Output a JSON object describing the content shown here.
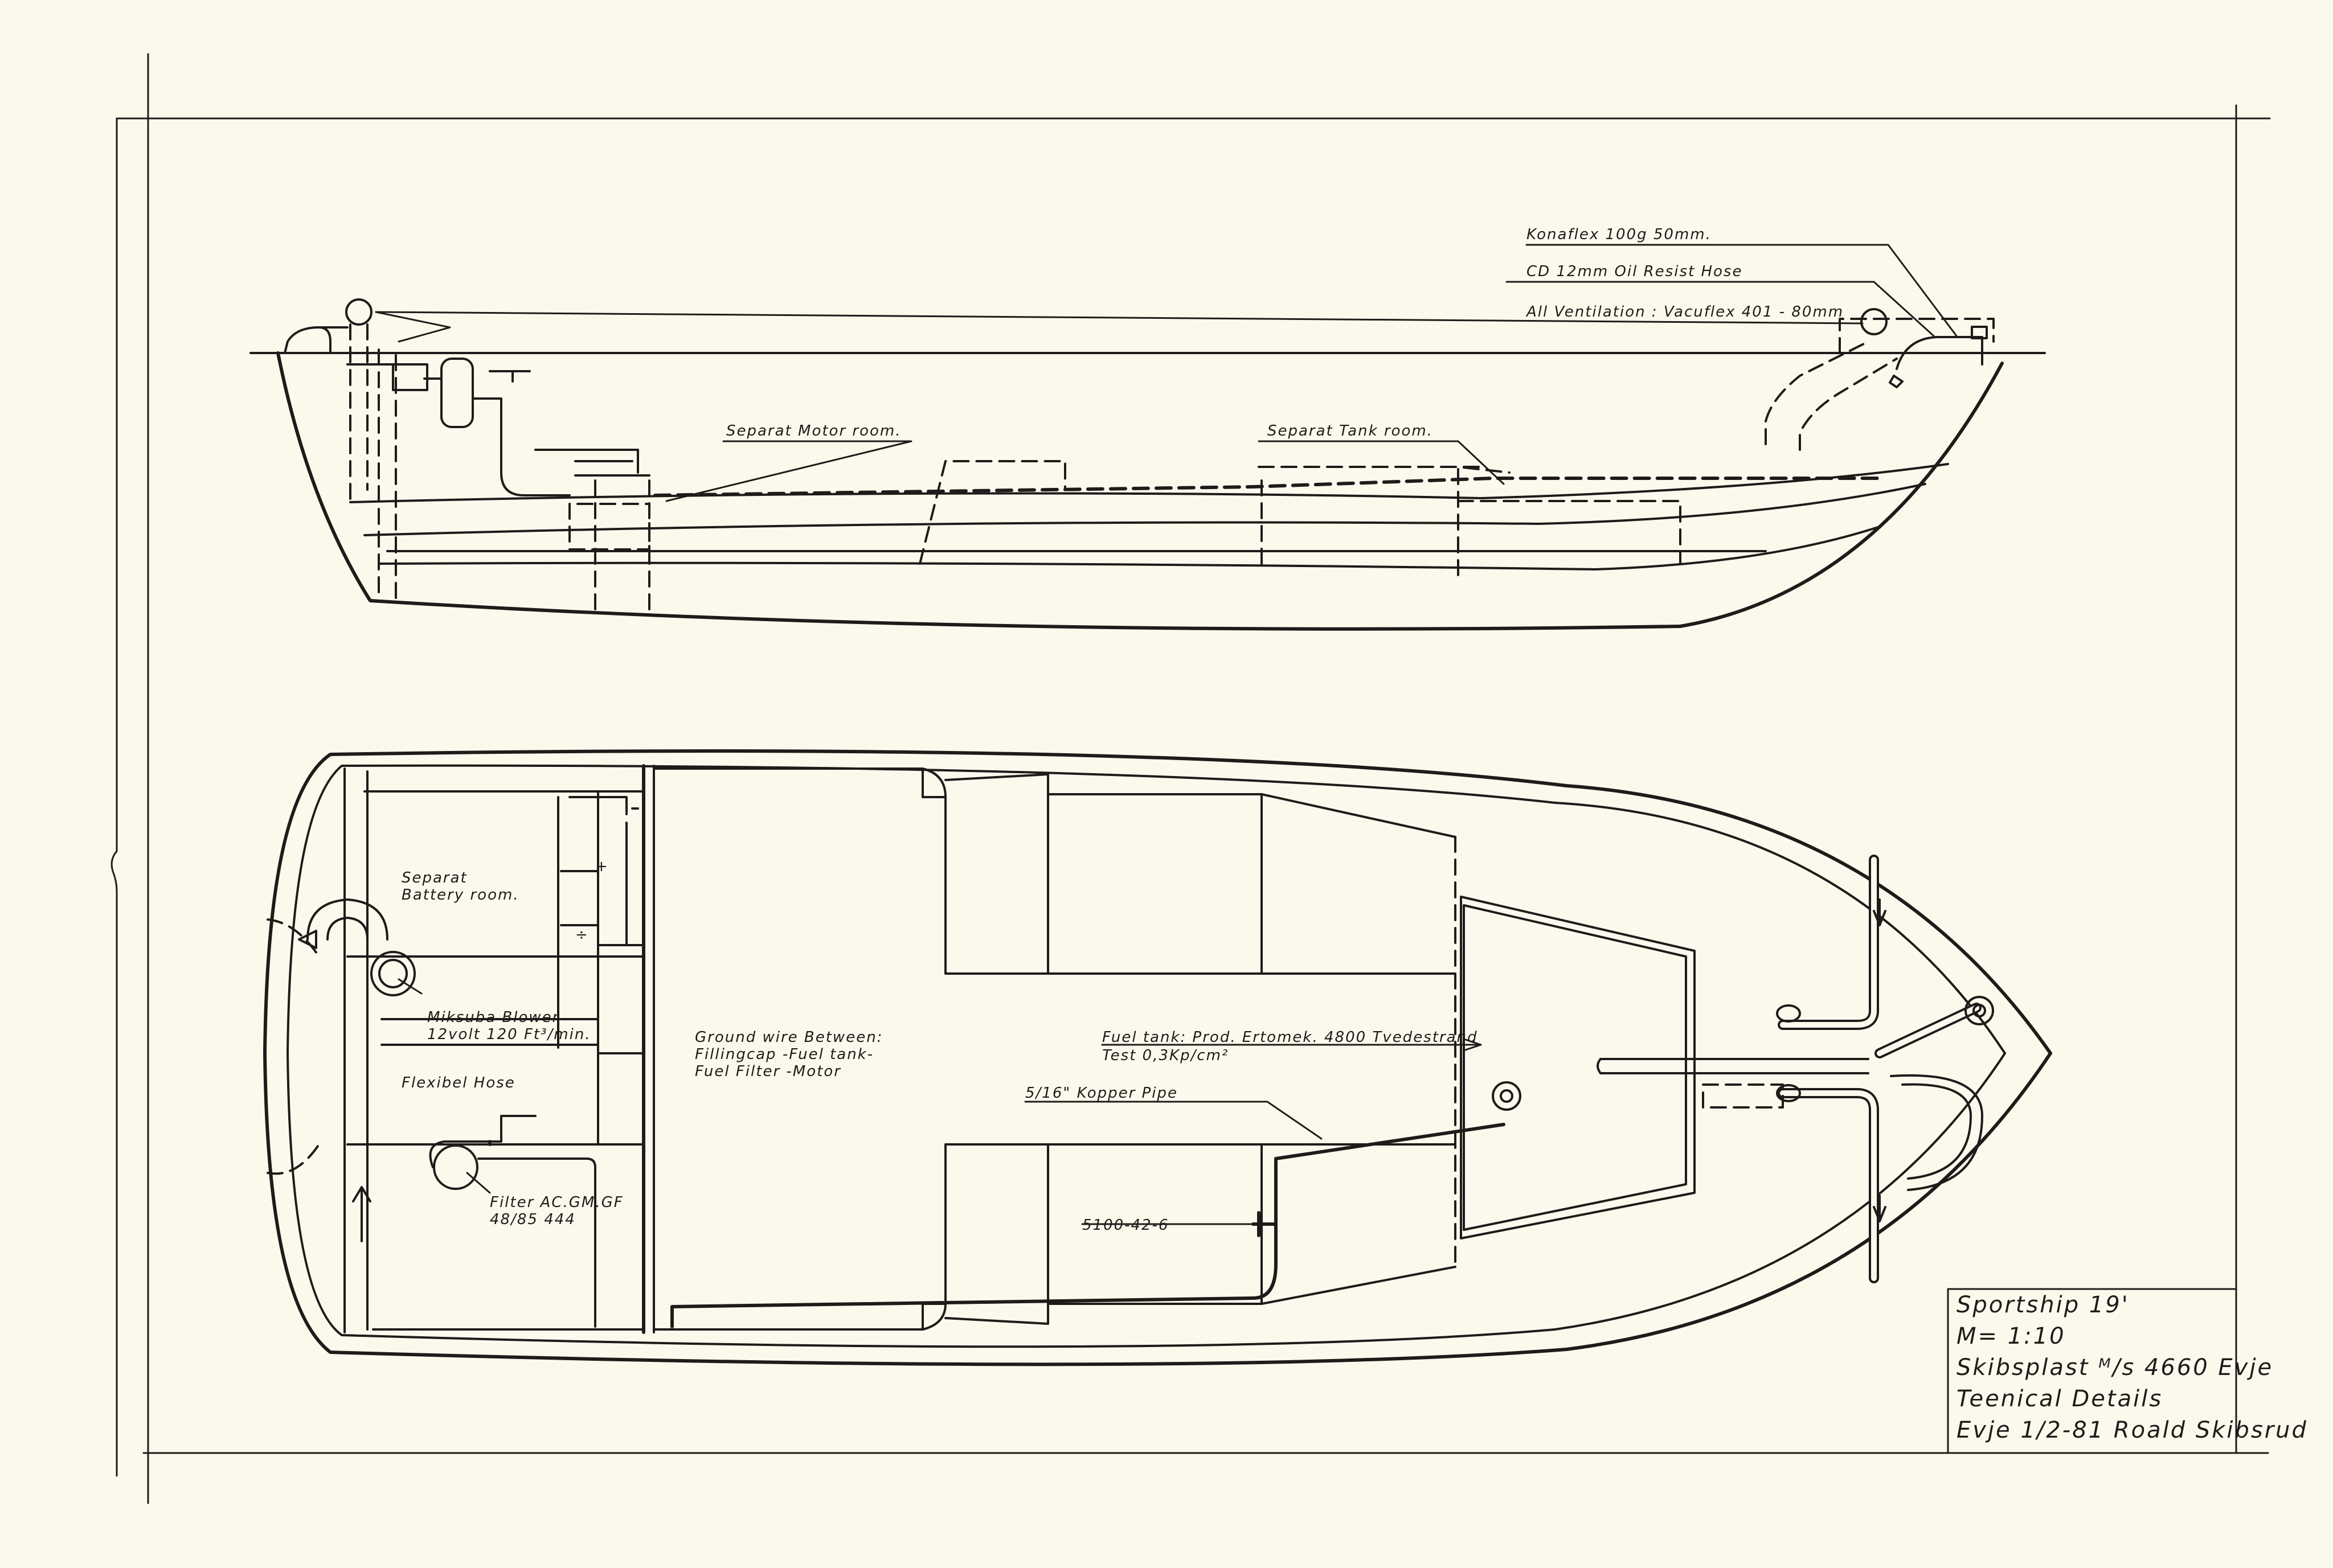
{
  "side_view": {
    "labels": {
      "konaflex": "Konaflex 100g 50mm.",
      "cd_hose": "CD 12mm Oil Resist Hose",
      "ventilation": "All Ventilation : Vacuflex 401 - 80mm",
      "motor_room": "Separat Motor room.",
      "tank_room": "Separat Tank room."
    }
  },
  "plan_view": {
    "labels": {
      "battery_room_1": "Separat",
      "battery_room_2": "Battery room.",
      "blower_1": "Miksuba Blower",
      "blower_2": "12volt 120 Ft³/min.",
      "flexibel_hose": "Flexibel Hose",
      "filter_1": "Filter AC.GM.GF",
      "filter_2": "48/85 444",
      "ground_1": "Ground wire Between:",
      "ground_2": "Fillingcap -Fuel tank-",
      "ground_3": "Fuel Filter -Motor",
      "fuel_tank_1": "Fuel tank: Prod. Ertomek. 4800 Tvedestrand",
      "fuel_tank_2": "Test 0,3Kp/cm²",
      "kopper_pipe": "5/16\" Kopper Pipe",
      "part_number": "5100-42-6",
      "plus": "+",
      "minus": "÷"
    }
  },
  "title_block": {
    "line1": "Sportship 19'",
    "line2": "M= 1:10",
    "line3": "Skibsplast ᴹ/s 4660 Evje",
    "line4": "Teenical Details",
    "line5": "Evje 1/2-81 Roald Skibsrud"
  }
}
